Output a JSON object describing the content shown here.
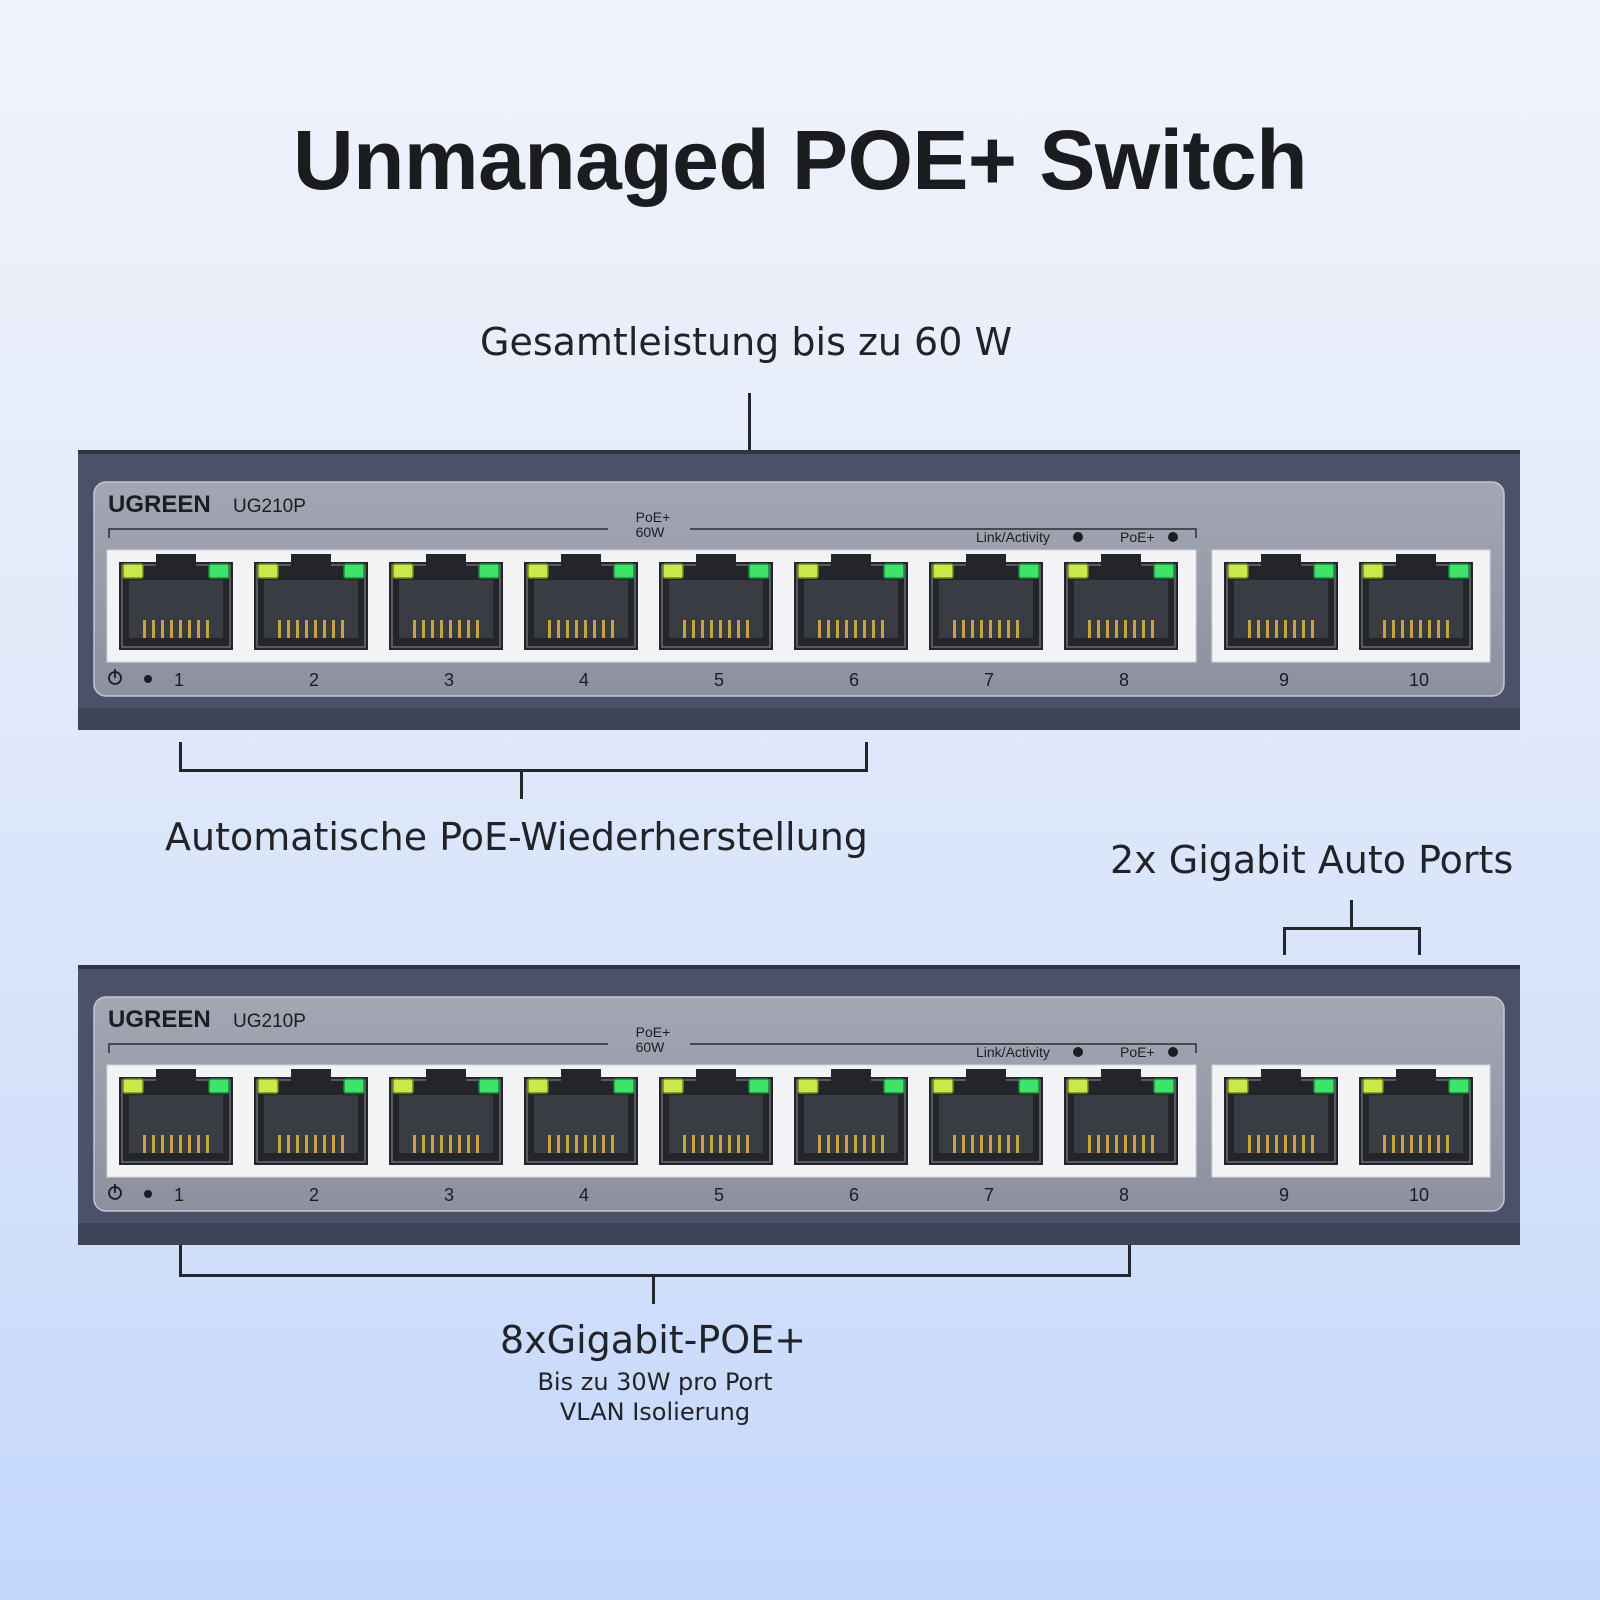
{
  "title": "Unmanaged POE+ Switch",
  "callouts": {
    "total_power": "Gesamtleistung bis zu 60 W",
    "auto_recovery": "Automatische PoE-Wiederherstellung",
    "uplink_ports": "2x Gigabit Auto Ports",
    "poe_ports_title": "8xGigabit-POE+",
    "poe_ports_line1": "Bis zu 30W pro Port",
    "poe_ports_line2": "VLAN Isolierung"
  },
  "device": {
    "brand": "UGREEN",
    "model": "UG210P",
    "poe_budget_label_1": "PoE+",
    "poe_budget_label_2": "60W",
    "link_activity_label": "Link/Activity",
    "poe_label": "PoE+",
    "port_numbers": [
      "1",
      "2",
      "3",
      "4",
      "5",
      "6",
      "7",
      "8",
      "9",
      "10"
    ]
  },
  "colors": {
    "chassis": "#4b5169",
    "faceplate": "#989ba9",
    "led_green": "#3fe36a",
    "led_yellow": "#c9e84a"
  }
}
